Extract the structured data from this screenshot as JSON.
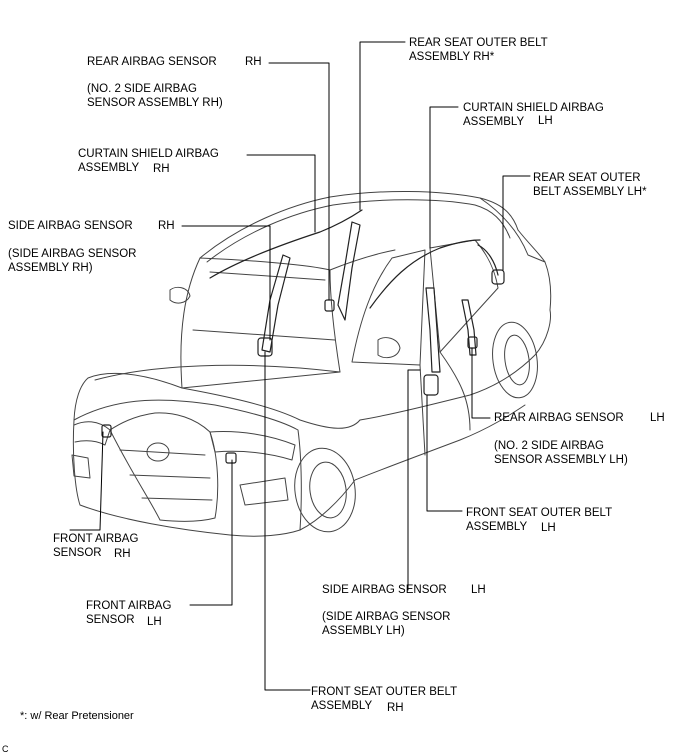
{
  "labels": {
    "rear_airbag_sensor_rh": {
      "line1": "REAR AIRBAG SENSOR",
      "side": "RH",
      "sub1": "(NO. 2 SIDE AIRBAG",
      "sub2": "SENSOR ASSEMBLY RH)"
    },
    "curtain_shield_airbag_rh": {
      "line1": "CURTAIN SHIELD AIRBAG",
      "line2": "ASSEMBLY",
      "side": "RH"
    },
    "side_airbag_sensor_rh": {
      "line1": "SIDE AIRBAG SENSOR",
      "side": "RH",
      "sub1": "(SIDE AIRBAG SENSOR",
      "sub2": "ASSEMBLY RH)"
    },
    "front_airbag_sensor_rh": {
      "line1": "FRONT AIRBAG",
      "line2": "SENSOR",
      "side": "RH"
    },
    "front_airbag_sensor_lh": {
      "line1": "FRONT AIRBAG",
      "line2": "SENSOR",
      "side": "LH"
    },
    "front_seat_outer_belt_rh": {
      "line1": "FRONT SEAT OUTER BELT",
      "line2": "ASSEMBLY",
      "side": "RH"
    },
    "rear_seat_outer_belt_rh": {
      "line1": "REAR SEAT OUTER BELT",
      "line2": "ASSEMBLY RH*"
    },
    "curtain_shield_airbag_lh": {
      "line1": "CURTAIN SHIELD AIRBAG",
      "line2": "ASSEMBLY",
      "side": "LH"
    },
    "rear_seat_outer_belt_lh": {
      "line1": "REAR SEAT OUTER",
      "line2": "BELT ASSEMBLY LH*"
    },
    "rear_airbag_sensor_lh": {
      "line1": "REAR AIRBAG SENSOR",
      "side": "LH",
      "sub1": "(NO. 2 SIDE AIRBAG",
      "sub2": "SENSOR ASSEMBLY LH)"
    },
    "front_seat_outer_belt_lh": {
      "line1": "FRONT SEAT OUTER BELT",
      "line2": "ASSEMBLY",
      "side": "LH"
    },
    "side_airbag_sensor_lh": {
      "line1": "SIDE AIRBAG SENSOR",
      "side": "LH",
      "sub1": "(SIDE AIRBAG SENSOR",
      "sub2": "ASSEMBLY LH)"
    }
  },
  "footnote": "*: w/ Rear Pretensioner",
  "corner_code": "C",
  "colors": {
    "line": "#000000",
    "car_outline": "#444444",
    "background": "#ffffff"
  }
}
